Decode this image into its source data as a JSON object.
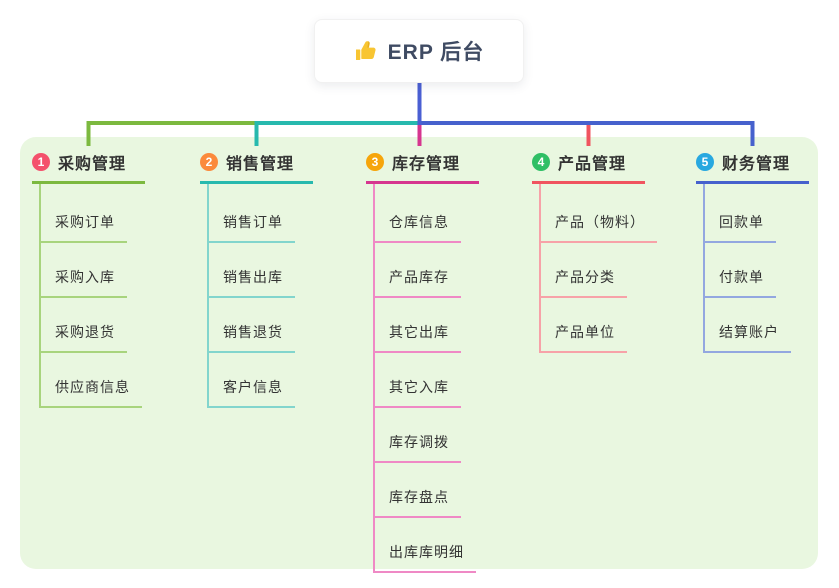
{
  "root": {
    "label": "ERP 后台",
    "icon": "thumbs-up-icon"
  },
  "branches": [
    {
      "index": "1",
      "label": "采购管理",
      "badge_color": "#f4516c",
      "line_color": "#7cb93f",
      "light_color": "#a8d47d",
      "children": [
        "采购订单",
        "采购入库",
        "采购退货",
        "供应商信息"
      ]
    },
    {
      "index": "2",
      "label": "销售管理",
      "badge_color": "#fb8a3c",
      "line_color": "#27b9ae",
      "light_color": "#82d5cd",
      "children": [
        "销售订单",
        "销售出库",
        "销售退货",
        "客户信息"
      ]
    },
    {
      "index": "3",
      "label": "库存管理",
      "badge_color": "#f6a50b",
      "line_color": "#d6368f",
      "light_color": "#ef89c5",
      "children": [
        "仓库信息",
        "产品库存",
        "其它出库",
        "其它入库",
        "库存调拨",
        "库存盘点",
        "出库库明细"
      ]
    },
    {
      "index": "4",
      "label": "产品管理",
      "badge_color": "#2fbf65",
      "line_color": "#f0545f",
      "light_color": "#f7a2a8",
      "children": [
        "产品（物料）",
        "产品分类",
        "产品单位"
      ]
    },
    {
      "index": "5",
      "label": "财务管理",
      "badge_color": "#28a8e0",
      "line_color": "#4661cd",
      "light_color": "#93a7e0",
      "children": [
        "回款单",
        "付款单",
        "结算账户"
      ]
    }
  ],
  "colors": {
    "panel_bg": "#e9f7e0",
    "root_line": "#4a5fd3",
    "thumb_yellow": "#f8c532",
    "card_text": "#3f4b63"
  }
}
